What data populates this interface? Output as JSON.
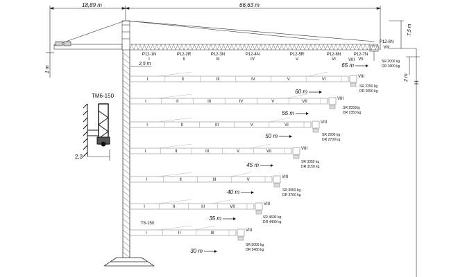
{
  "dims": {
    "counter_jib": "18,89 m",
    "jib_total": "66,63 m",
    "top_height": "7,5 m",
    "left_drop": "1 m",
    "small_drop": "2 m",
    "h_label": "H",
    "offset": "2,5 m",
    "base_width": "2,3"
  },
  "labels": {
    "climbing_frame": "TM6-150",
    "mast_section": "T6-150"
  },
  "jib_sections": [
    {
      "code": "P12-1N",
      "roman": "I"
    },
    {
      "code": "P12-2R",
      "roman": "II"
    },
    {
      "code": "P12-3N",
      "roman": "III"
    },
    {
      "code": "P12-4N",
      "roman": "IV"
    },
    {
      "code": "P12-5R",
      "roman": "V"
    },
    {
      "code": "P12-6N",
      "roman": "VI"
    },
    {
      "code": "P12-7N",
      "roman": "VII"
    },
    {
      "code": "P12-8N",
      "roman": "VIII"
    }
  ],
  "configs": [
    {
      "length": "65 m",
      "sr": "SR 2000 kg",
      "dr": "DR 1800 kg",
      "end": "VIII",
      "sections": []
    },
    {
      "length": "60 m",
      "sr": "SR 2250 kg",
      "dr": "DR 2050 kg",
      "end": "VIII",
      "sections": [
        "I",
        "II",
        "III",
        "IV",
        "V",
        "VI"
      ]
    },
    {
      "length": "55 m",
      "sr": "SR 2550kg",
      "dr": "DR 2350 kg",
      "end": "VIII",
      "sections": [
        "I",
        "II",
        "III",
        "IV",
        "V",
        "VII"
      ]
    },
    {
      "length": "50 m",
      "sr": "SR 2900 kg",
      "dr": "DR 2700 kg",
      "end": "VIII",
      "sections": [
        "I",
        "II",
        "III",
        "V",
        "VI"
      ]
    },
    {
      "length": "45 m",
      "sr": "SR 3350 kg",
      "dr": "DR 3150 kg",
      "end": "VIII",
      "sections": [
        "I",
        "II",
        "III",
        "V",
        "VII"
      ]
    },
    {
      "length": "40 m",
      "sr": "SR 3900 kg",
      "dr": "DR 3700 kg",
      "end": "VIII",
      "sections": [
        "I",
        "II",
        "III",
        "V"
      ]
    },
    {
      "length": "35 m",
      "sr": "SR 4600 kg",
      "dr": "DR 4400 kg",
      "end": "VIII",
      "sections": [
        "I",
        "II",
        "III",
        "VII"
      ]
    },
    {
      "length": "30 m",
      "sr": "SR 5000 kg",
      "dr": "DR 5400 kg",
      "end": "VIII",
      "sections": [
        "I",
        "II",
        "III"
      ]
    }
  ]
}
